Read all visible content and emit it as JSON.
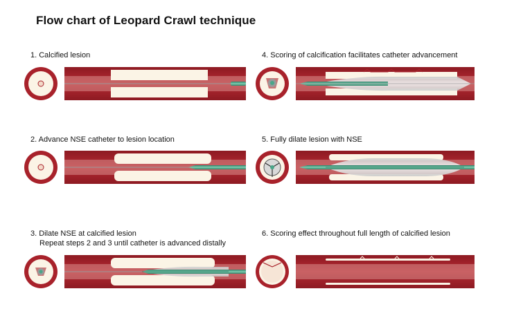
{
  "title": "Flow chart of Leopard Crawl technique",
  "steps": [
    {
      "label": "1.  Calcified lesion",
      "sublabel": ""
    },
    {
      "label": "2. Advance NSE catheter to lesion location",
      "sublabel": ""
    },
    {
      "label": "3. Dilate NSE at calcified lesion",
      "sublabel": "Repeat steps 2 and 3 until catheter is advanced distally"
    },
    {
      "label": "4. Scoring of calcification facilitates catheter advancement",
      "sublabel": ""
    },
    {
      "label": "5. Fully dilate lesion with NSE",
      "sublabel": ""
    },
    {
      "label": "6. Scoring effect throughout full length of calcified lesion",
      "sublabel": ""
    }
  ],
  "colors": {
    "vessel": "#a8222b",
    "vessel_dark": "#8d1a22",
    "lumen": "#f3d9c8",
    "plaque": "#fbf4e6",
    "catheter": "#4aa689",
    "wire": "#9a9a9a",
    "balloon": "#e8e8e8"
  }
}
